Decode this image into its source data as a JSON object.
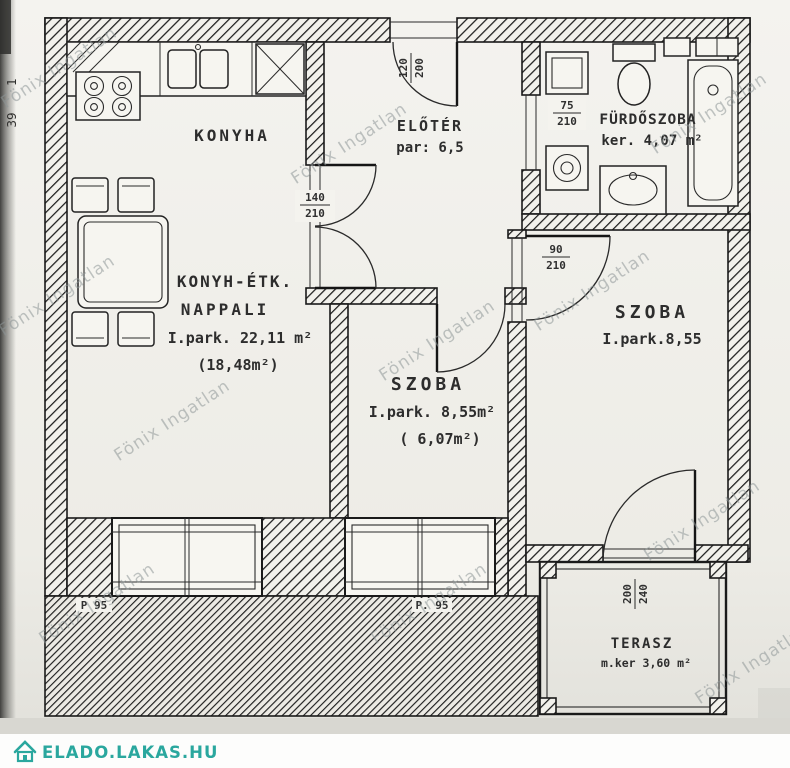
{
  "page": {
    "margin_number_top": "1",
    "margin_number": "39",
    "watermark_text": "Fönix Ingatlan"
  },
  "logo": {
    "site": "ELADO.LAKAS.HU"
  },
  "rooms": {
    "konyha": {
      "name": "KONYHA"
    },
    "eloter": {
      "name": "ELŐTÉR",
      "area": "par: 6,5"
    },
    "furdoszoba": {
      "name": "FÜRDŐSZOBA",
      "area": "ker. 4,07 m²"
    },
    "nappali": {
      "line1": "KONYH-ÉTK.",
      "line2": "NAPPALI",
      "line3": "I.park. 22,11 m²",
      "line4": "(18,48m²)"
    },
    "szoba_kozepso": {
      "name": "SZOBA",
      "area": "I.park. 8,55m²",
      "area2": "( 6,07m²)"
    },
    "szoba_jobb": {
      "name": "SZOBA",
      "area": "I.park.8,55"
    },
    "terasz": {
      "name": "TERASZ",
      "area": "m.ker 3,60 m²"
    }
  },
  "dims": {
    "entrance_w": "120",
    "entrance_h": "200",
    "bath_w": "75",
    "bath_h": "210",
    "double_w": "140",
    "double_h": "210",
    "szoba_w": "90",
    "szoba_h": "210",
    "terrace_w": "200",
    "terrace_h": "240",
    "parapet_left": "P 95",
    "parapet_right": "P. 95"
  }
}
